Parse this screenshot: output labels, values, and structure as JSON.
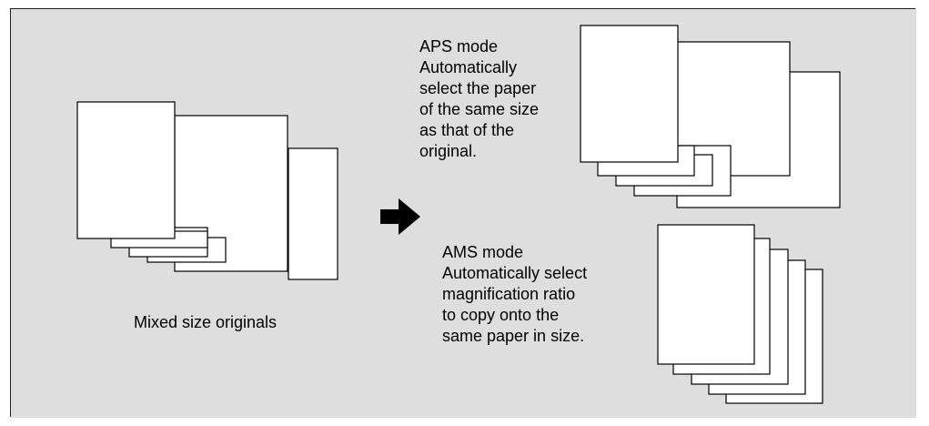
{
  "colors": {
    "background": "#dedede",
    "page_fill": "#ffffff",
    "stroke": "#000000",
    "arrow": "#000000"
  },
  "originals": {
    "caption": "Mixed size originals"
  },
  "aps": {
    "title": "APS mode",
    "lines": [
      "Automatically",
      "select the paper",
      "of the same size",
      "as that of the",
      "original."
    ]
  },
  "ams": {
    "title": "AMS mode",
    "lines": [
      "Automatically select",
      "magnification ratio",
      "to copy onto the",
      "same paper in size."
    ]
  },
  "icons": {
    "arrow": "right-arrow-icon"
  }
}
